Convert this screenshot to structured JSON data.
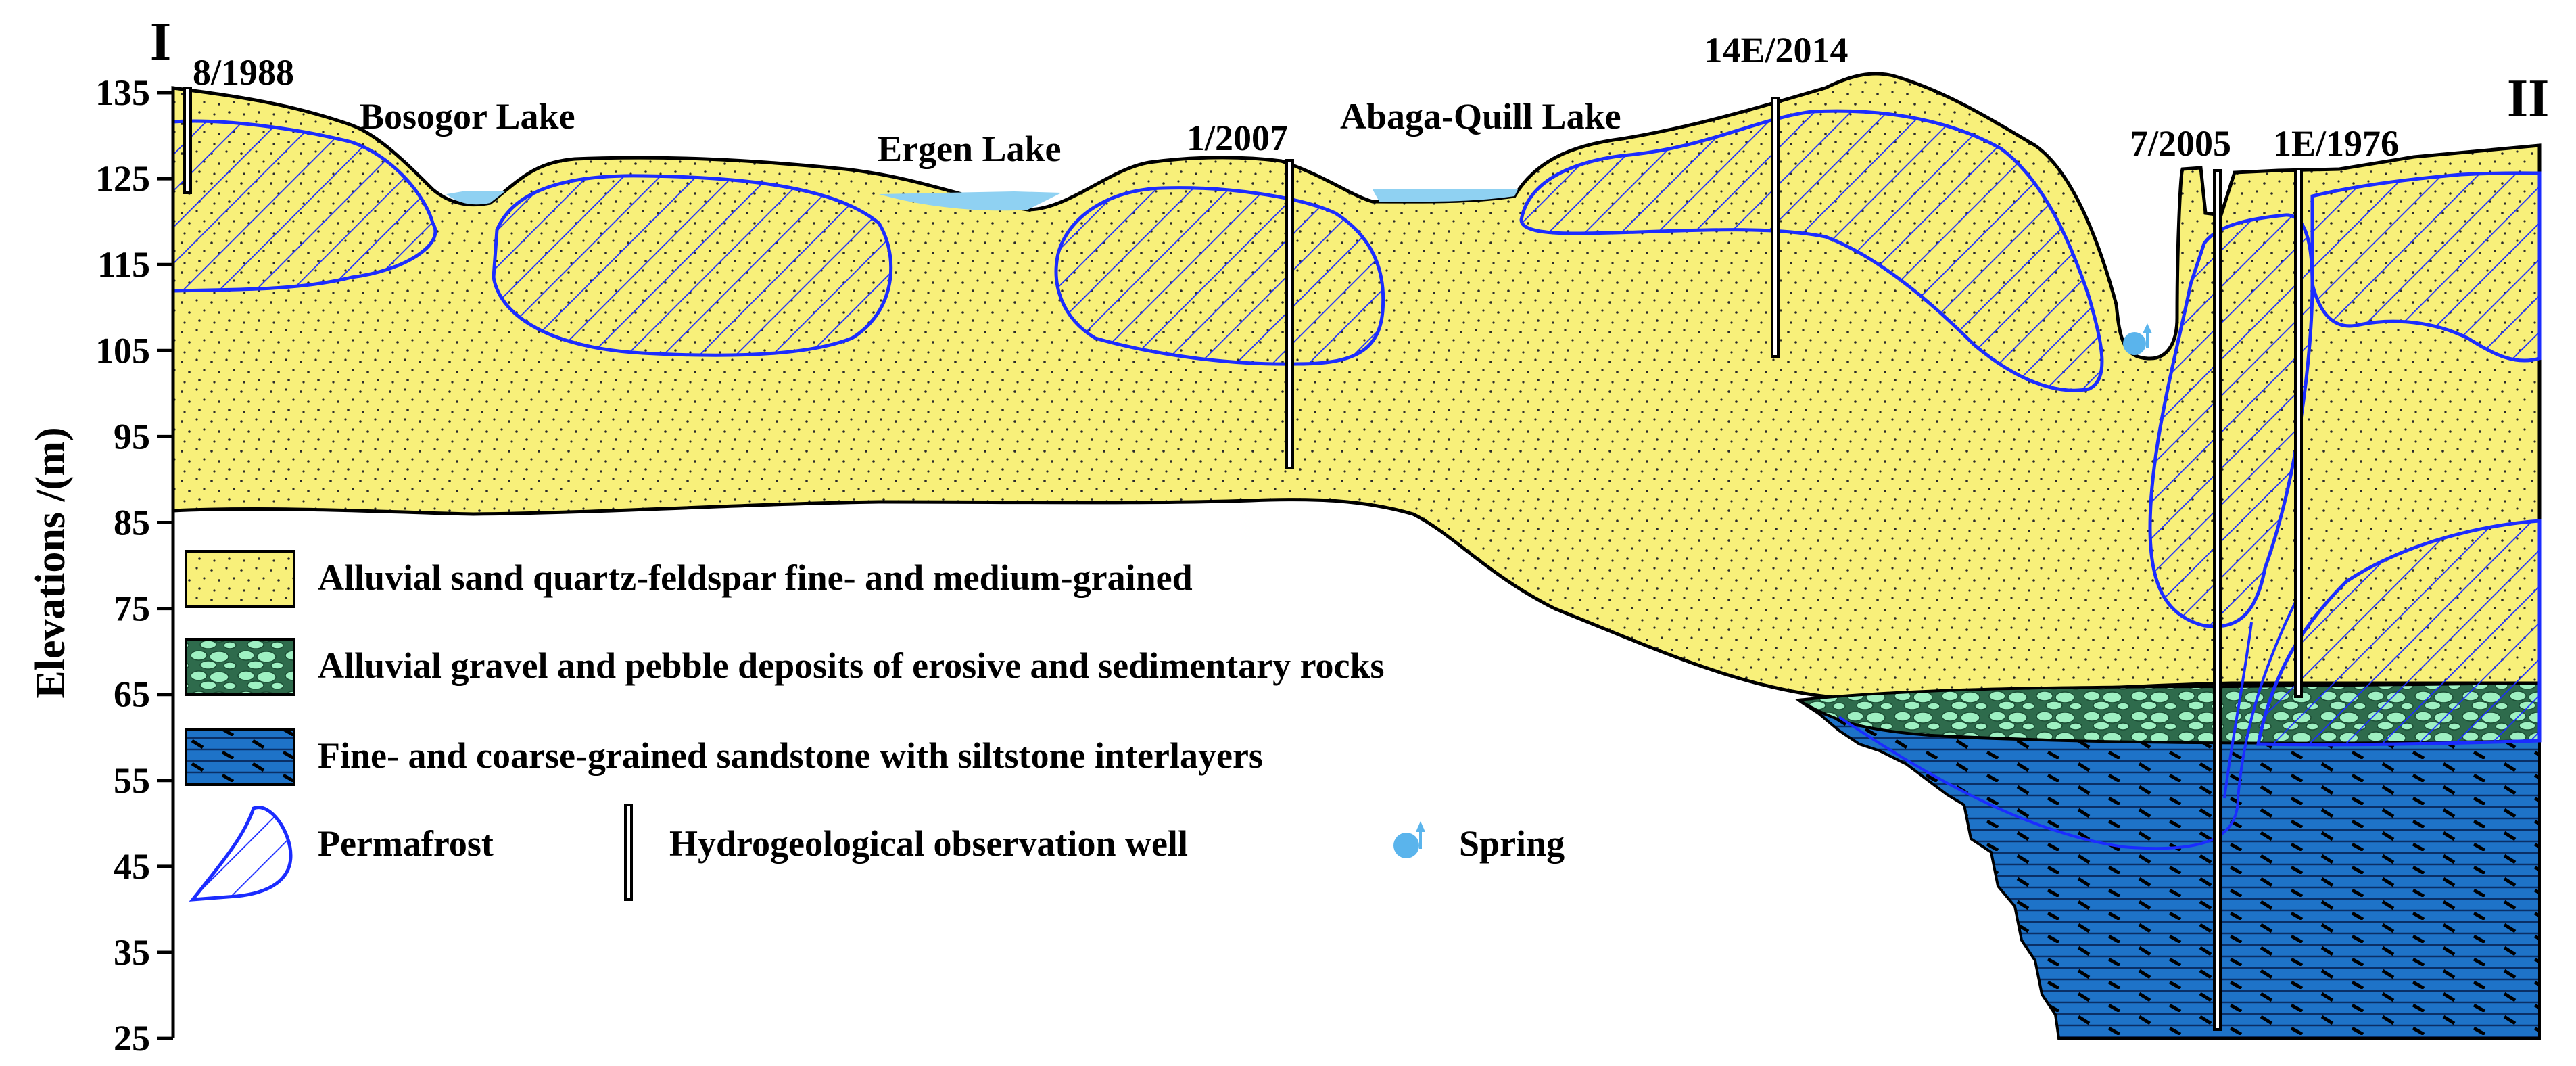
{
  "section": {
    "start": "I",
    "end": "II"
  },
  "axis": {
    "title": "Elevations /(m)",
    "ticks": [
      "135",
      "125",
      "115",
      "105",
      "95",
      "85",
      "75",
      "65",
      "55",
      "45",
      "35",
      "25"
    ]
  },
  "wells": [
    {
      "id": "w1",
      "label": "8/1988"
    },
    {
      "id": "w2",
      "label": "1/2007"
    },
    {
      "id": "w3",
      "label": "14E/2014"
    },
    {
      "id": "w4",
      "label": "7/2005"
    },
    {
      "id": "w5",
      "label": "1E/1976"
    }
  ],
  "lakes": [
    {
      "label": "Bosogor Lake"
    },
    {
      "label": "Ergen Lake"
    },
    {
      "label": "Abaga-Quill Lake"
    }
  ],
  "legend": {
    "sand": "Alluvial sand quartz-feldspar fine- and medium-grained",
    "gravel": "Alluvial gravel and pebble deposits of erosive and sedimentary rocks",
    "sandstone": "Fine- and coarse-grained sandstone with siltstone interlayers",
    "permafrost": "Permafrost",
    "well": "Hydrogeological observation well",
    "spring": "Spring"
  },
  "colors": {
    "sand": "#f8f07a",
    "gravel_bg": "#2e6b4c",
    "gravel_pebble": "#9ef0c2",
    "sandstone": "#1e73c8",
    "sandstone_line": "#0a2f66",
    "permafrost": "#1b2cff",
    "water": "#8fd1f2",
    "spring": "#5ab4ec"
  }
}
